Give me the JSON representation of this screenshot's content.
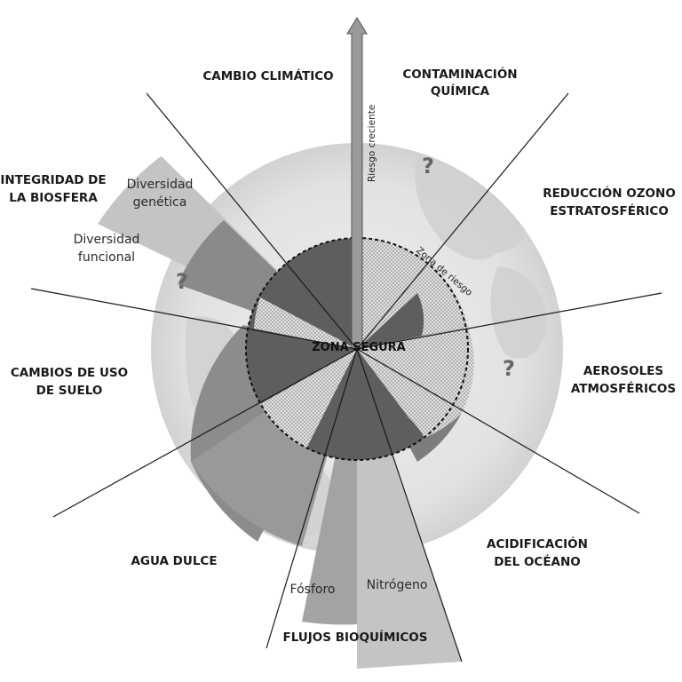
{
  "diagram": {
    "center_label": "ZONA SEGURA",
    "risk_zone_label": "Zona de riesgo",
    "increasing_risk_label": "Riesgo creciente",
    "unknown_marker": "?",
    "boundaries": {
      "climate_change": "CAMBIO CLIMÁTICO",
      "chemical_pollution": [
        "CONTAMINACIÓN",
        "QUÍMICA"
      ],
      "ozone_depletion": [
        "REDUCCIÓN OZONO",
        "ESTRATOSFÉRICO"
      ],
      "aerosols": [
        "AEROSOLES",
        "ATMOSFÉRICOS"
      ],
      "ocean_acidification": [
        "ACIDIFICACIÓN",
        "DEL OCÉANO"
      ],
      "biogeochemical_flows": "FLUJOS BIOQUÍMICOS",
      "freshwater": "AGUA DULCE",
      "land_use": [
        "CAMBIOS DE USO",
        "DE SUELO"
      ],
      "biosphere_integrity": [
        "INTEGRIDAD DE",
        "LA BIOSFERA"
      ]
    },
    "sub_boundaries": {
      "genetic_diversity": [
        "Diversidad",
        "genética"
      ],
      "functional_diversity": [
        "Diversidad",
        "funcional"
      ],
      "phosphorus": "Fósforo",
      "nitrogen": "Nitrógeno"
    },
    "colors": {
      "globe": "#e4e4e4",
      "safe_zone": "#5e5e5e",
      "wedge_medium": "#8a8a8a",
      "wedge_light": "#c6c6c6",
      "risk_zone_pattern": "#d6d6d6",
      "divider_lines": "#1a1a1a"
    }
  }
}
